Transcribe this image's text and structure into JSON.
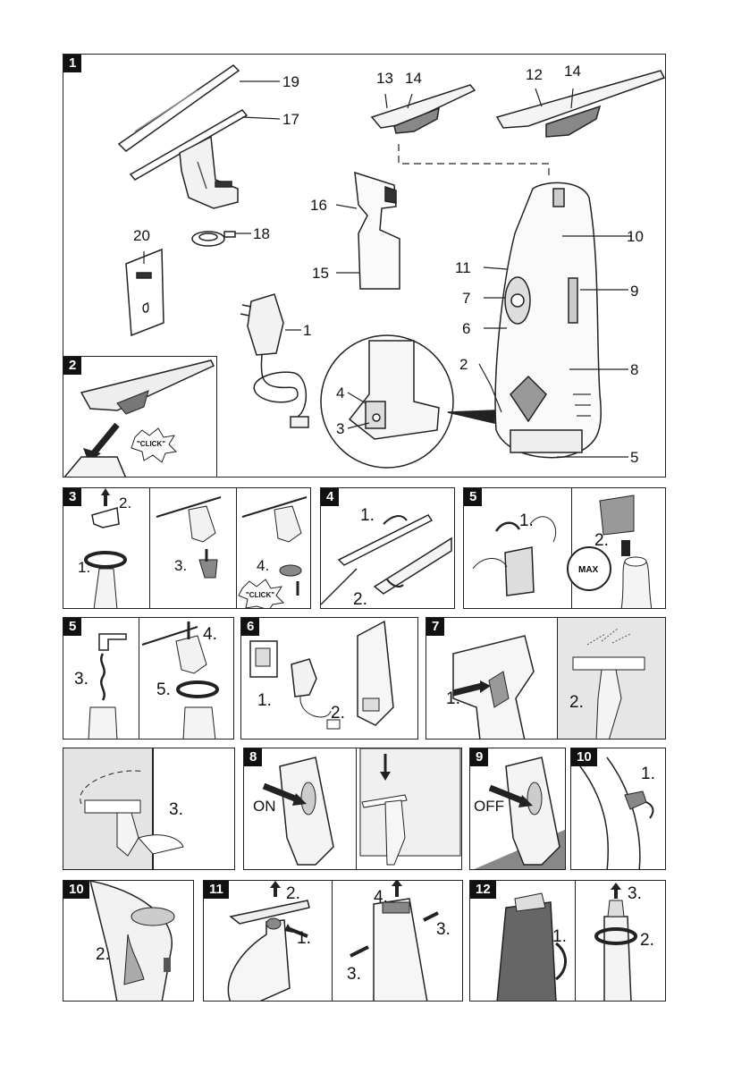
{
  "panels": {
    "p1": {
      "num": "1",
      "callouts": {
        "c19": "19",
        "c17": "17",
        "c13": "13",
        "c14a": "14",
        "c12": "12",
        "c14b": "14",
        "c16": "16",
        "c15": "15",
        "c20": "20",
        "c18": "18",
        "c10": "10",
        "c11": "11",
        "c9": "9",
        "c7": "7",
        "c6": "6",
        "c1": "1",
        "c2": "2",
        "c8": "8",
        "c4": "4",
        "c3": "3",
        "c5": "5"
      }
    },
    "p2": {
      "num": "2",
      "click": "\"CLICK\""
    },
    "p3": {
      "num": "3",
      "s1": "1.",
      "s2": "2.",
      "s3": "3.",
      "s4": "4.",
      "click": "\"CLICK\""
    },
    "p4": {
      "num": "4",
      "s1": "1.",
      "s2": "2."
    },
    "p5a": {
      "num": "5",
      "s1": "1.",
      "s2": "2.",
      "max": "MAX"
    },
    "p5b": {
      "num": "5",
      "s3": "3.",
      "s4": "4.",
      "s5": "5."
    },
    "p6": {
      "num": "6",
      "s1": "1.",
      "s2": "2."
    },
    "p7a": {
      "num": "7",
      "s1": "1.",
      "s2": "2."
    },
    "p7b": {
      "num": "7",
      "s3": "3."
    },
    "p8": {
      "num": "8",
      "on": "ON"
    },
    "p9": {
      "num": "9",
      "off": "OFF"
    },
    "p10a": {
      "num": "10",
      "s1": "1."
    },
    "p10b": {
      "num": "10",
      "s2": "2."
    },
    "p11": {
      "num": "11",
      "s1": "1.",
      "s2": "2.",
      "s3a": "3.",
      "s3b": "3.",
      "s4": "4."
    },
    "p12": {
      "num": "12",
      "s1": "1.",
      "s2": "2.",
      "s3": "3."
    }
  }
}
